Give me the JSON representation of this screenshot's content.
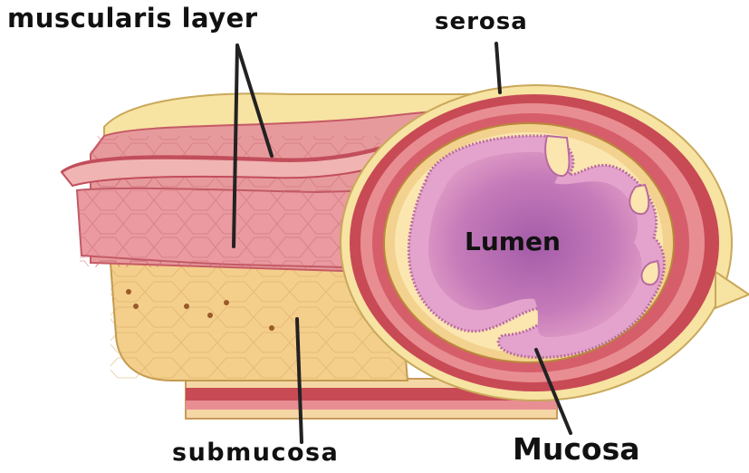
{
  "labels": {
    "muscularis": "muscularis layer",
    "serosa": "serosa",
    "lumen": "Lumen",
    "submucosa": "submucosa",
    "mucosa": "Mucosa"
  },
  "colors": {
    "serosa": "#f7e3a2",
    "muscle": "#e88e93",
    "muscle_dark": "#c84a55",
    "submucosa": "#f4cf8c",
    "mucosa": "#d98cc0",
    "lumen_center": "#a45ca8",
    "leader": "#222222"
  }
}
